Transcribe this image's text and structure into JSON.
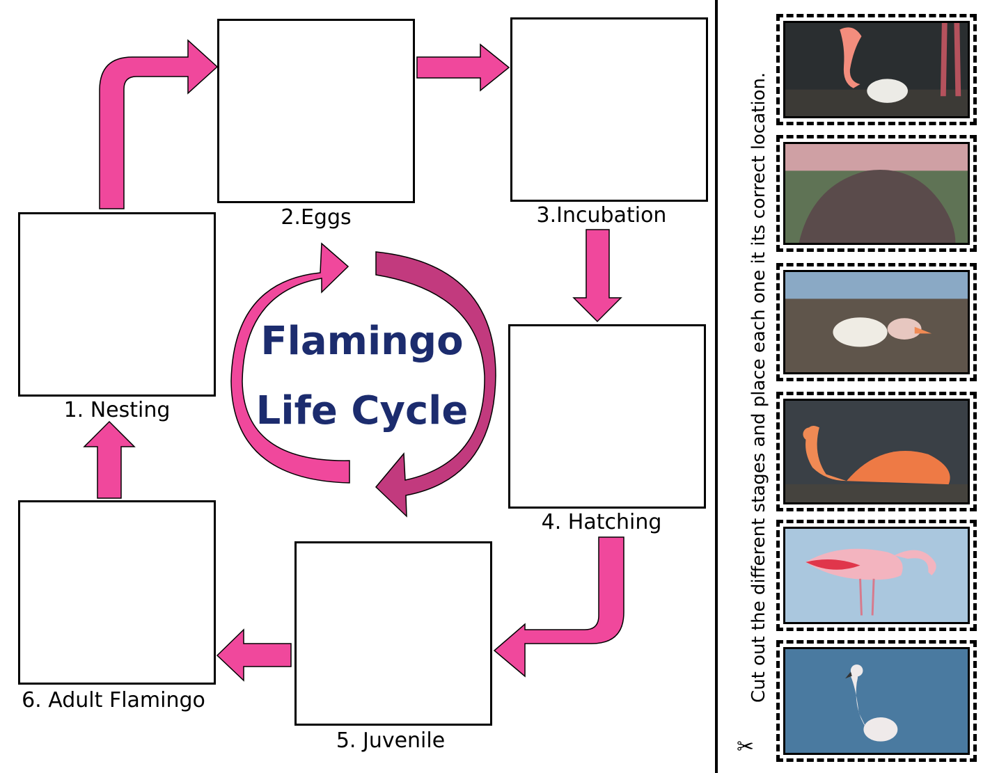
{
  "title": {
    "line1": "Flamingo",
    "line2": "Life Cycle"
  },
  "stages": [
    {
      "label": "1. Nesting"
    },
    {
      "label": "2.Eggs"
    },
    {
      "label": "3.Incubation"
    },
    {
      "label": "4. Hatching"
    },
    {
      "label": "5. Juvenile"
    },
    {
      "label": "6. Adult Flamingo"
    }
  ],
  "instruction": "Cut out the different stages and place each one it its correct location.",
  "scissors_icon": "scissors-icon",
  "colors": {
    "arrow": "#f0489c",
    "arrow_dark": "#c23a7e",
    "title": "#1c2c6e"
  },
  "cards": [
    {
      "name": "card-egg-photo"
    },
    {
      "name": "card-nest-photo"
    },
    {
      "name": "card-hatching-photo"
    },
    {
      "name": "card-incubation-photo"
    },
    {
      "name": "card-adult-photo"
    },
    {
      "name": "card-juvenile-photo"
    }
  ]
}
